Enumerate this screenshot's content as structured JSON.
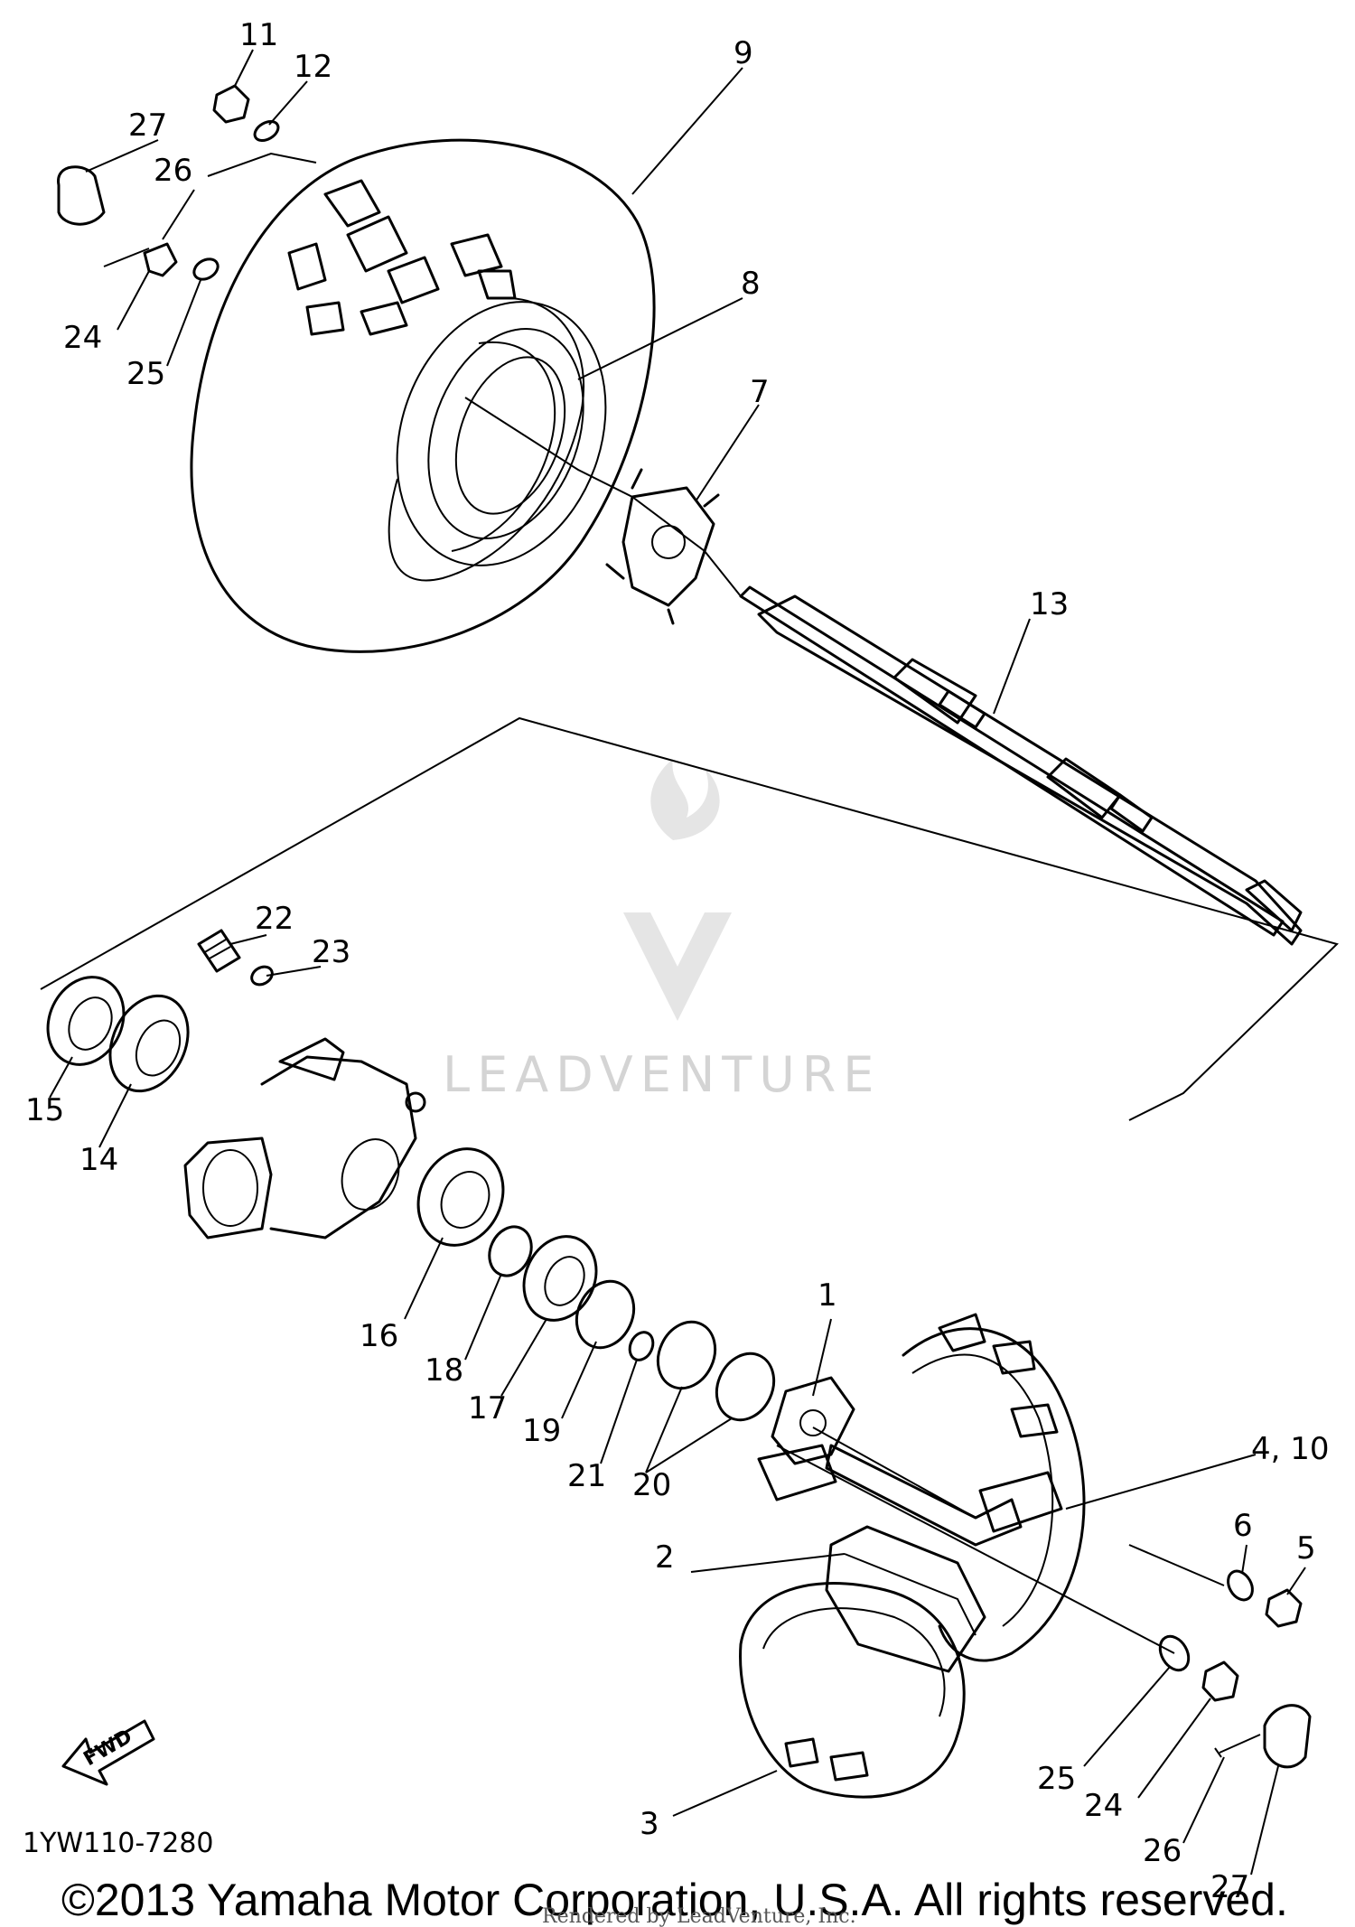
{
  "callouts": [
    "1",
    "2",
    "3",
    "4, 10",
    "5",
    "6",
    "7",
    "8",
    "9",
    "11",
    "12",
    "13",
    "14",
    "15",
    "16",
    "17",
    "18",
    "19",
    "20",
    "21",
    "22",
    "23",
    "24",
    "25",
    "26",
    "27"
  ],
  "fwd_label": "FWD",
  "diagram_code": "1YW110-7280",
  "watermark": "LEADVENTURE",
  "copyright": "©2013 Yamaha Motor Corporation, U.S.A. All rights reserved.",
  "rendered_by": "Rendered by LeadVenture, Inc."
}
